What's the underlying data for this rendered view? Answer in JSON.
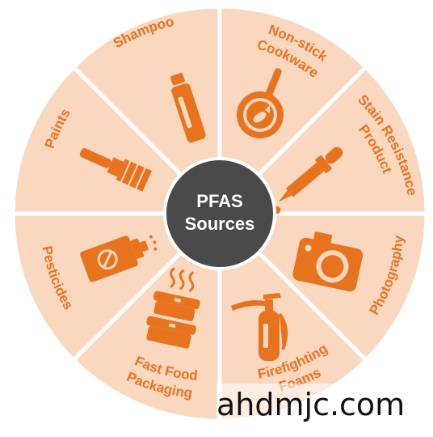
{
  "center": {
    "line1": "PFAS",
    "line2": "Sources"
  },
  "segments": [
    {
      "label_lines": [
        "Shampoo"
      ],
      "icon": "shampoo-bottle-icon"
    },
    {
      "label_lines": [
        "Non-stick",
        "Cookware"
      ],
      "icon": "frying-pan-icon"
    },
    {
      "label_lines": [
        "Stain Resistance",
        "Product"
      ],
      "icon": "dropper-icon"
    },
    {
      "label_lines": [
        "Photography"
      ],
      "icon": "camera-icon"
    },
    {
      "label_lines": [
        "Firefighting",
        "Foams"
      ],
      "icon": "fire-extinguisher-icon"
    },
    {
      "label_lines": [
        "Fast Food",
        "Packaging"
      ],
      "icon": "food-container-icon"
    },
    {
      "label_lines": [
        "Pesticides"
      ],
      "icon": "spray-can-icon"
    },
    {
      "label_lines": [
        "Paints"
      ],
      "icon": "paintbrush-icon"
    }
  ],
  "watermark": "ahdmjc.com",
  "colors": {
    "segment_fill": "#f9d8bf",
    "accent": "#e8731f",
    "center_fill": "#4a4a4a",
    "divider": "#ffffff"
  }
}
